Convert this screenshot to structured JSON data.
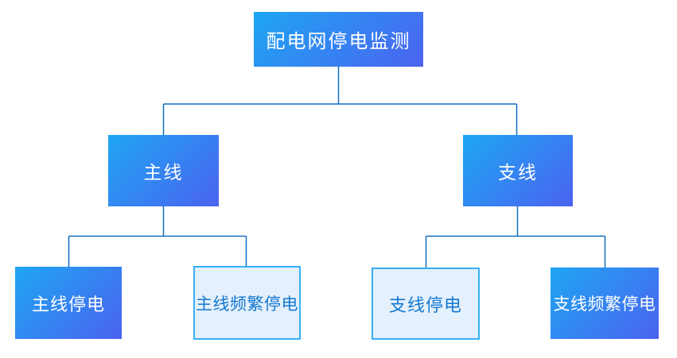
{
  "diagram": {
    "title": "配电网停电监测",
    "root": {
      "label": "配电网停电监测"
    },
    "level1": [
      {
        "label": "主线"
      },
      {
        "label": "支线"
      }
    ],
    "level2": [
      {
        "label": "主线停电",
        "style": "solid",
        "parent": "主线"
      },
      {
        "label": "主线频繁停电",
        "style": "light",
        "parent": "主线"
      },
      {
        "label": "支线停电",
        "style": "light",
        "parent": "支线"
      },
      {
        "label": "支线频繁停电",
        "style": "solid",
        "parent": "支线"
      }
    ],
    "colors": {
      "node_gradient_start": "#1ea6f3",
      "node_gradient_end": "#4b63f0",
      "connector": "#116fc0",
      "light_background": "#e4f0fb",
      "light_border": "#35b0f5",
      "light_text": "#1478d2",
      "solid_text": "#ffffff"
    }
  }
}
